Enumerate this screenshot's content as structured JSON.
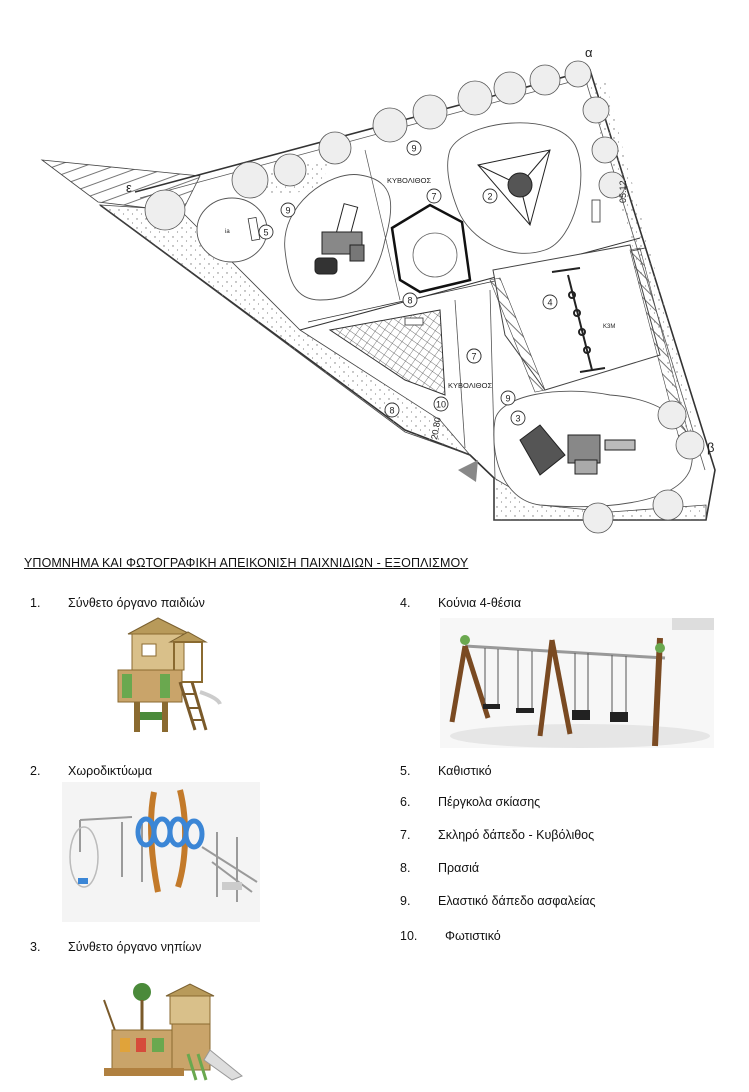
{
  "plan": {
    "corner_labels": [
      "α",
      "β",
      "ε"
    ],
    "zone_numbers": [
      "9",
      "7",
      "2",
      "9",
      "5",
      "7",
      "4",
      "7",
      "9",
      "3",
      "8",
      "10",
      "8"
    ],
    "surface_labels": [
      "ΚΥΒΟΛΙΘΟΣ",
      "ΚΥΒΟΛΙΘΟΣ"
    ],
    "dimension_labels": [
      "05.12",
      "20.80"
    ],
    "small_labels": [
      "K3M",
      "ia"
    ]
  },
  "legend": {
    "title": "ΥΠΟΜΝΗΜΑ ΚΑΙ ΦΩΤΟΓΡΑΦΙΚΗ ΑΠΕΙΚΟΝΙΣΗ ΠΑΙΧΝΙΔΙΩΝ - ΕΞΟΠΛΙΣΜΟΥ",
    "items": [
      {
        "num": "1.",
        "label": "Σύνθετο όργανο παιδιών"
      },
      {
        "num": "2.",
        "label": "Χωροδικτύωμα"
      },
      {
        "num": "3.",
        "label": "Σύνθετο όργανο νηπίων"
      },
      {
        "num": "4.",
        "label": "Κούνια 4-θέσια"
      },
      {
        "num": "5.",
        "label": "Καθιστικό"
      },
      {
        "num": "6.",
        "label": "Πέργκολα σκίασης"
      },
      {
        "num": "7.",
        "label": "Σκληρό δάπεδο - Κυβόλιθος"
      },
      {
        "num": "8.",
        "label": "Πρασιά"
      },
      {
        "num": "9.",
        "label": "Ελαστικό δάπεδο ασφαλείας"
      },
      {
        "num": "10.",
        "label": "Φωτιστικό"
      }
    ]
  },
  "colors": {
    "line": "#333333",
    "wood": "#c9a46a",
    "roof": "#b89a5a",
    "green": "#6aa84f",
    "blue": "#3b86d6",
    "swing_post": "#7a4a22"
  }
}
